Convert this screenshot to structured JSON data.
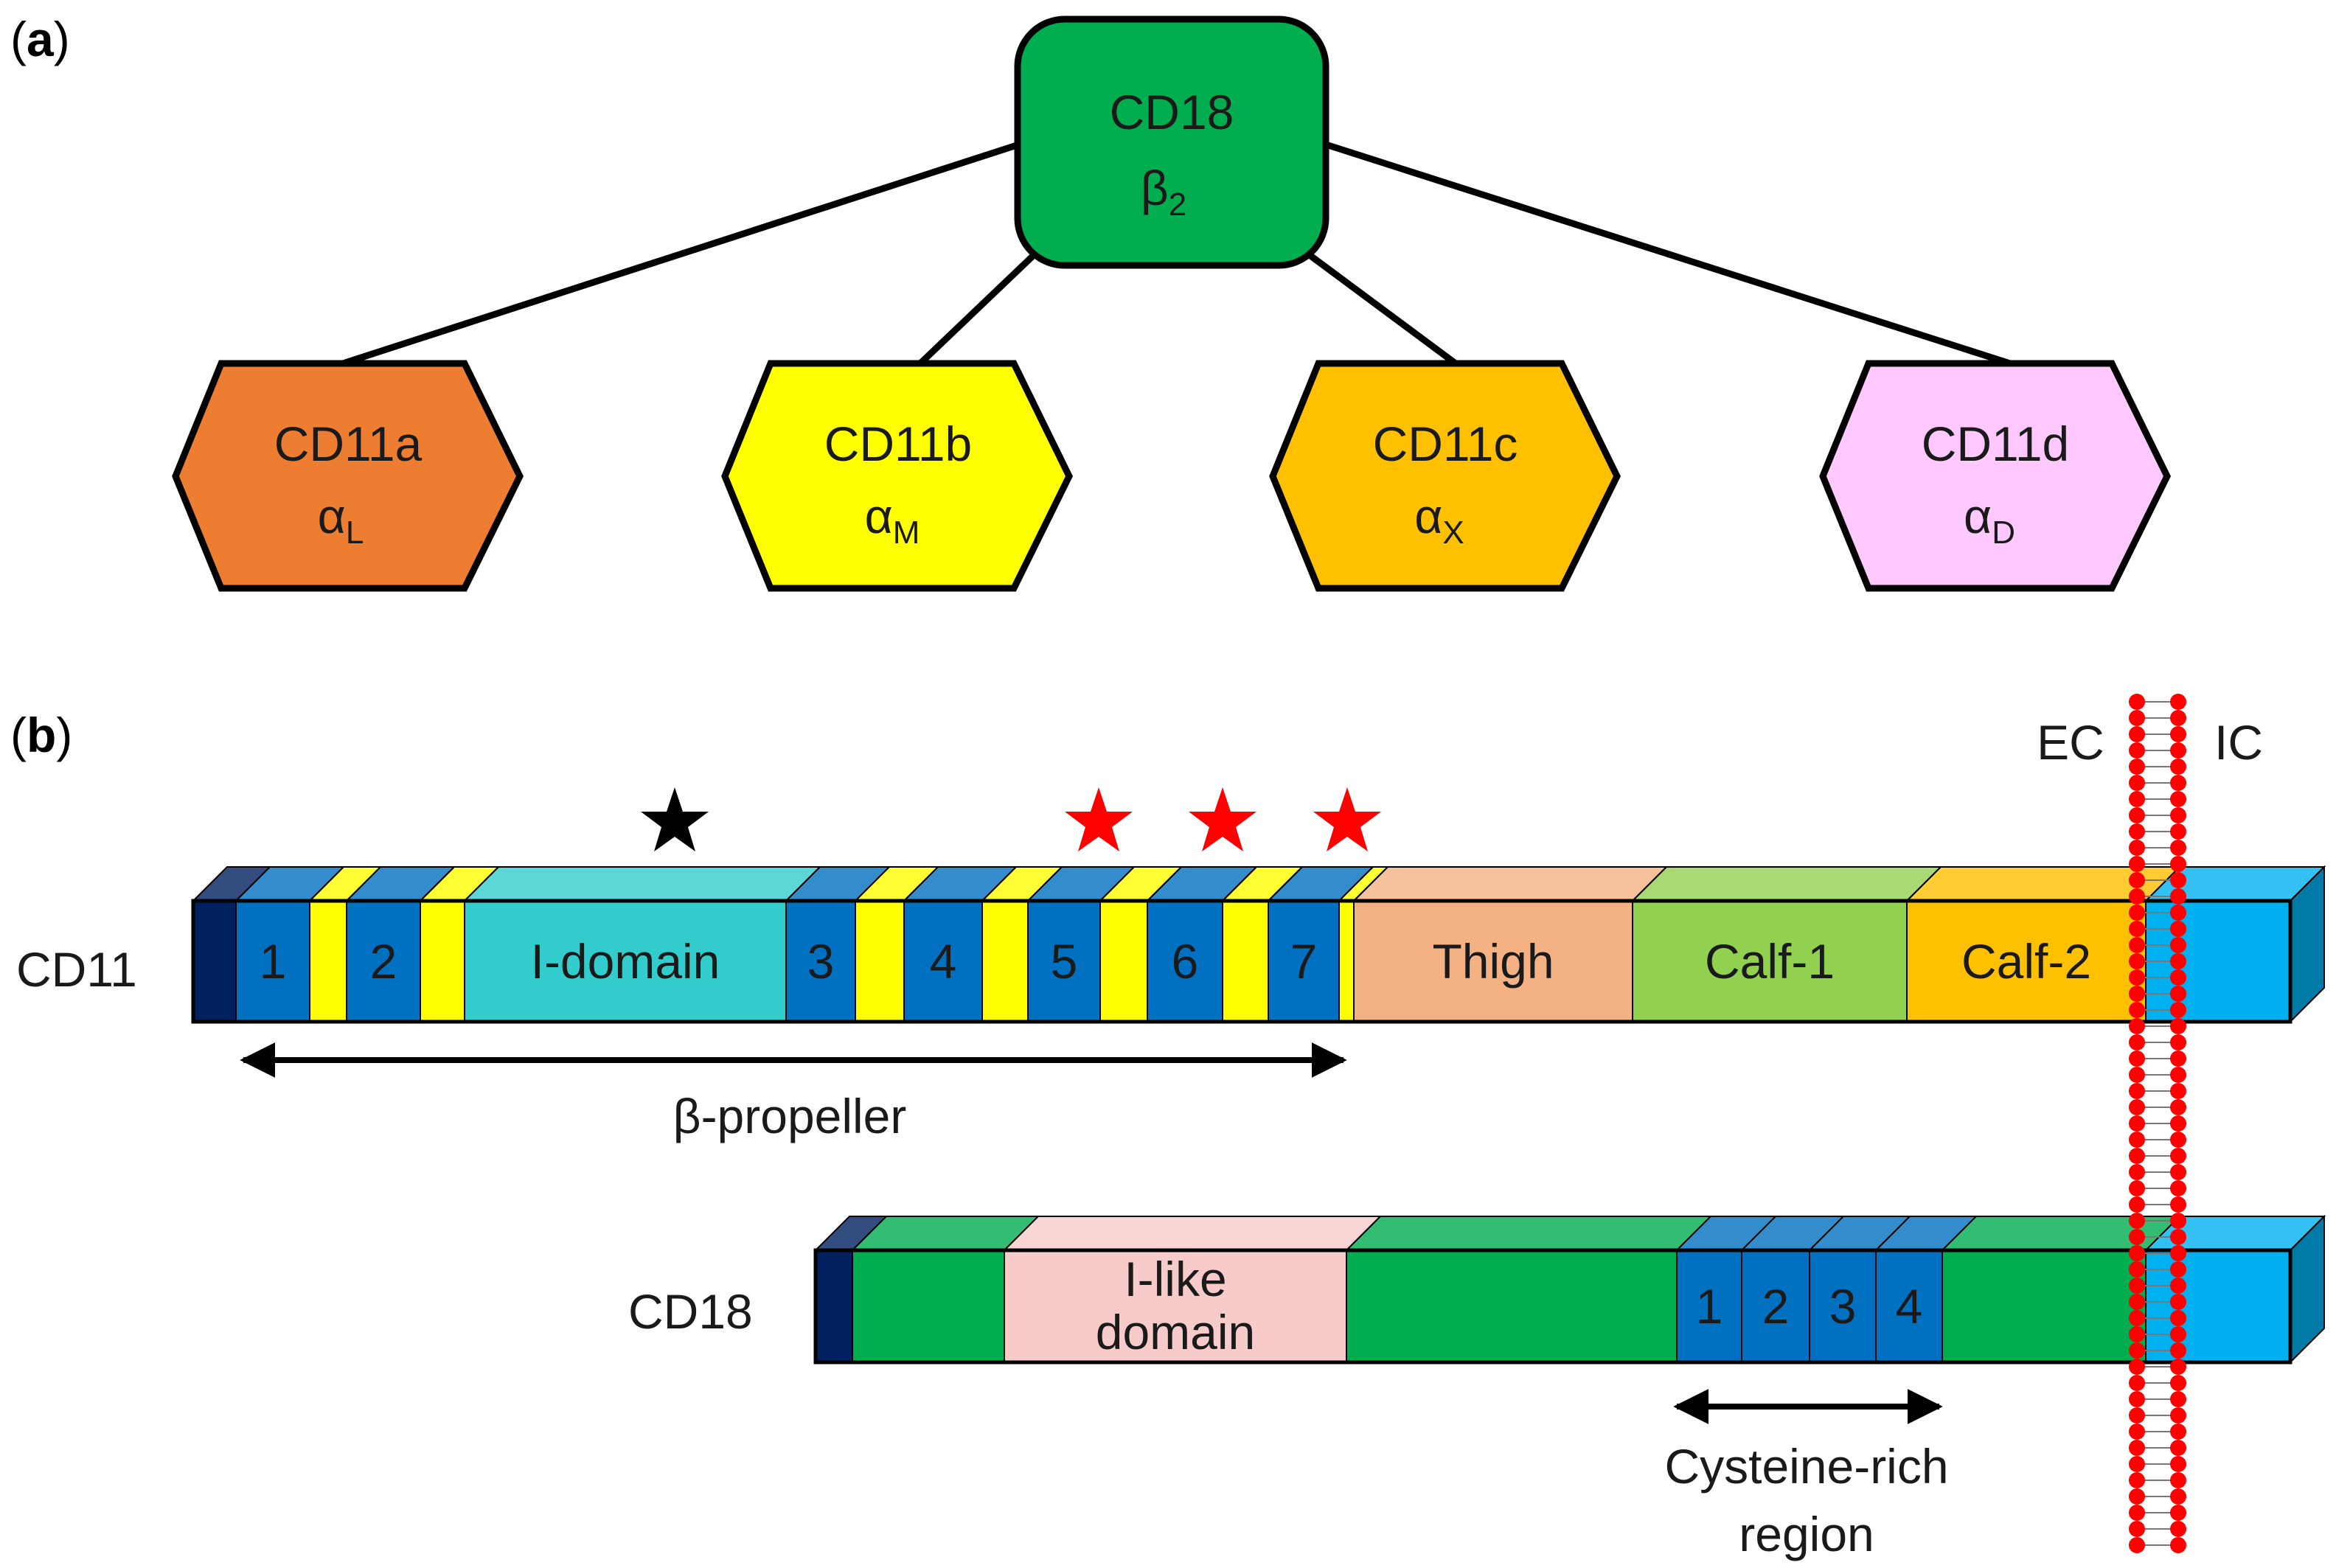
{
  "panel_a": {
    "label_open": "(",
    "label_letter": "a",
    "label_close": ")",
    "root": {
      "name": "CD18",
      "subunit": "β",
      "subscript": "2",
      "color": "#00ad4f"
    },
    "alpha_chains": [
      {
        "name": "CD11a",
        "subunit": "α",
        "subscript": "L",
        "color": "#ed7d31"
      },
      {
        "name": "CD11b",
        "subunit": "α",
        "subscript": "M",
        "color": "#ffff00"
      },
      {
        "name": "CD11c",
        "subunit": "α",
        "subscript": "X",
        "color": "#ffc000"
      },
      {
        "name": "CD11d",
        "subunit": "α",
        "subscript": "D",
        "color": "#ffc9ff"
      }
    ]
  },
  "panel_b": {
    "label_open": "(",
    "label_letter": "b",
    "label_close": ")",
    "ec_label": "EC",
    "ic_label": "IC",
    "cd11": {
      "label": "CD11",
      "blade_labels": [
        "1",
        "2",
        "3",
        "4",
        "5",
        "6",
        "7"
      ],
      "i_domain": "I-domain",
      "thigh": "Thigh",
      "calf1": "Calf-1",
      "calf2": "Calf-2",
      "propeller_label": "β-propeller",
      "colors": {
        "cap": "#002060",
        "blade": "#0070c0",
        "linker": "#ffff00",
        "i_domain": "#33cccc",
        "thigh": "#f4b183",
        "calf1": "#92d050",
        "calf2": "#ffc000",
        "intracellular": "#00b0f0"
      }
    },
    "cd18": {
      "label": "CD18",
      "i_like_line1": "I-like",
      "i_like_line2": "domain",
      "repeats": [
        "1",
        "2",
        "3",
        "4"
      ],
      "cysteine_line1": "Cysteine-rich",
      "cysteine_line2": "region",
      "colors": {
        "cap": "#002060",
        "body": "#00ad4f",
        "i_like": "#f8cbcb",
        "repeat": "#0070c0",
        "intracellular": "#00b0f0"
      }
    },
    "star_colors": {
      "black": "#000000",
      "red": "#ff0000"
    },
    "membrane_color": "#ff0000"
  }
}
